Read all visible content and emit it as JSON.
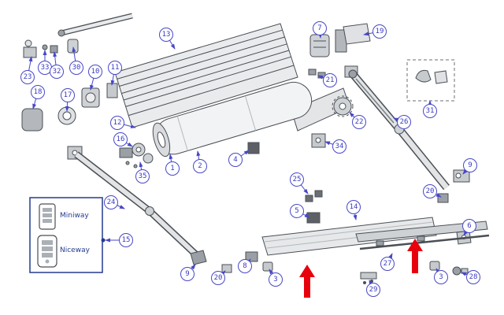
{
  "diagram": {
    "type": "exploded-parts-diagram",
    "legend": {
      "items": [
        {
          "label": "Miniway"
        },
        {
          "label": "Niceway"
        }
      ]
    },
    "callouts": [
      "23",
      "33",
      "32",
      "30",
      "18",
      "17",
      "10",
      "11",
      "13",
      "12",
      "16",
      "35",
      "1",
      "2",
      "4",
      "34",
      "21",
      "22",
      "7",
      "19",
      "26",
      "31",
      "9",
      "20",
      "6",
      "25",
      "5",
      "14",
      "24",
      "15",
      "9",
      "20",
      "8",
      "3",
      "27",
      "29",
      "3",
      "28"
    ]
  },
  "colors": {
    "callout_blue": "#4747c8",
    "legend_navy": "#223a8f",
    "highlight_red": "#e8000d",
    "line_art_gray": "#4a4f55"
  }
}
